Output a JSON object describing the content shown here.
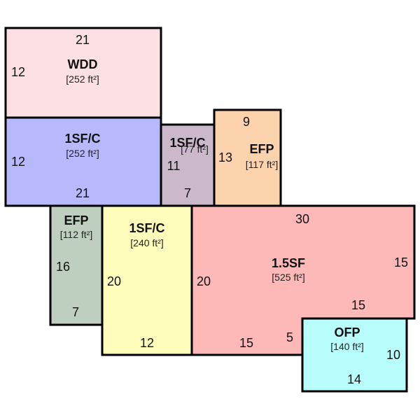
{
  "sketch": {
    "areas": [
      {
        "id": "wdd",
        "name": "WDD",
        "size": "[252 ft²]",
        "fill": "#fde0e4"
      },
      {
        "id": "sf1",
        "name": "1SF/C",
        "size": "[252 ft²]",
        "fill": "#b8b8fc"
      },
      {
        "id": "sf2",
        "name": "1SF/C",
        "size": "[77 ft²]",
        "fill": "#cbb9cb"
      },
      {
        "id": "efp1",
        "name": "EFP",
        "size": "[117 ft²]",
        "fill": "#fdd3ae"
      },
      {
        "id": "efp2",
        "name": "EFP",
        "size": "[112 ft²]",
        "fill": "#bfcfbf"
      },
      {
        "id": "sf3",
        "name": "1SF/C",
        "size": "[240 ft²]",
        "fill": "#fefdbb"
      },
      {
        "id": "sf15",
        "name": "1.5SF",
        "size": "[525 ft²]",
        "fill": "#fdb8b8"
      },
      {
        "id": "ofp",
        "name": "OFP",
        "size": "[140 ft²]",
        "fill": "#b8fefd"
      }
    ],
    "dimensions": {
      "wdd_top": "21",
      "wdd_left": "12",
      "sf1_left": "12",
      "sf1_bottom": "21",
      "sf2_left": "11",
      "sf2_bottom": "7",
      "efp1_top": "9",
      "efp1_left": "13",
      "efp2_left": "16",
      "efp2_bottom": "7",
      "sf3_left": "20",
      "sf3_bottom": "12",
      "sf15_top": "30",
      "sf15_left": "20",
      "sf15_right": "15",
      "sf15_notch_top": "15",
      "sf15_bottom": "15",
      "sf15_notch_left": "5",
      "ofp_right": "10",
      "ofp_bottom": "14"
    }
  }
}
